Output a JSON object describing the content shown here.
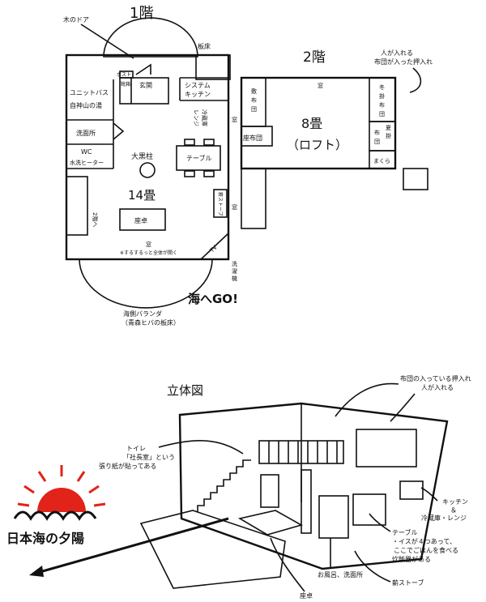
{
  "floor1": {
    "title": "1階",
    "wood_door_note": "木のドア",
    "wood_floor_note": "板床",
    "post": "ポスト",
    "shoe_box": "靴箱",
    "entrance": "玄関",
    "system_kitchen": [
      "システム",
      "キッチン"
    ],
    "fridge_range": [
      "冷蔵庫",
      "レンジ"
    ],
    "unit_bath": "ユニットバス",
    "onsen": "自神山の湯",
    "washroom": "洗面所",
    "wc": "WC",
    "water_heater": "水洗ヒーター",
    "pillar": "大黒柱",
    "table": "テーブル",
    "room_size": "14畳",
    "stove": "薪ストーブ",
    "stairs_up": "2階へ",
    "zabuton": "座卓",
    "window": "窓",
    "tv": "TV",
    "laundry": [
      "洗",
      "濯",
      "機"
    ],
    "window_note": "※するするっと全体が開く",
    "veranda_caption": [
      "海側バランダ",
      "（青森ヒバの板床）"
    ],
    "go_sea": "海へGO!"
  },
  "floor2": {
    "title": "2階",
    "note_top": [
      "人が入れる",
      "布団が入った押入れ"
    ],
    "window": "窓",
    "futon_left": [
      "敷",
      "布",
      "団"
    ],
    "zabuton_futon": "座布団",
    "room_size": "8畳",
    "loft": "（ロフト）",
    "winter_futon": [
      "冬",
      "掛",
      "布",
      "団"
    ],
    "summer_futon": [
      "夏",
      "掛",
      "布",
      "団"
    ],
    "pillow": "まくら"
  },
  "iso": {
    "title": "立体図",
    "oshiire_note": [
      "布団の入っている押入れ",
      "人が入れる"
    ],
    "toilet_note": [
      "トイレ",
      "「社長室」という",
      "張り紙が貼ってある"
    ],
    "kitchen_note": [
      "キッチン",
      "＆",
      "冷蔵庫・レンジ"
    ],
    "table_note": [
      "テーブル",
      "・イスが４つあって、",
      "ここでごはんを食べる",
      "炊飯器がある"
    ],
    "bath_note": "お風呂、洗面所",
    "stove_note": "薪ストーブ",
    "zataku_note": "座卓",
    "sunset_label": "日本海の夕陽"
  },
  "colors": {
    "ink": "#111111",
    "sun": "#e2231a"
  }
}
